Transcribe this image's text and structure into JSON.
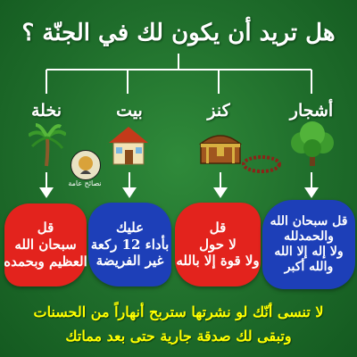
{
  "header": {
    "title": "هل تريد أن يكون لك في الجنّة ؟"
  },
  "categories": [
    {
      "label": "نخلة",
      "icon": "palm-tree-icon"
    },
    {
      "label": "بيت",
      "icon": "house-icon"
    },
    {
      "label": "كنز",
      "icon": "treasure-chest-icon"
    },
    {
      "label": "أشجار",
      "icon": "tree-icon"
    }
  ],
  "logo": {
    "text": "نصائح عامة"
  },
  "answers": {
    "palm": [
      "قل",
      "سبحان الله",
      "العظيم وبحمده"
    ],
    "house": [
      "عليك",
      "بأداء 12 ركعة",
      "غير الفريضة"
    ],
    "treasure": [
      "قل",
      "لا حول",
      "ولا قوة إلا بالله"
    ],
    "trees": [
      "قل سبحان الله",
      "والحمدلله",
      "ولا إله إلا الله",
      "والله أكبر"
    ]
  },
  "footer": {
    "line1": "لا تنسى أنّك لو نشرتها ستربح أنهاراً من الحسنات",
    "line2": "وتبقى لك صدقة جارية حتى بعد مماتك"
  },
  "colors": {
    "background": "#1f6d2b",
    "red": "#e3231d",
    "blue": "#1d3fb8",
    "footer_text": "#ffff00"
  }
}
